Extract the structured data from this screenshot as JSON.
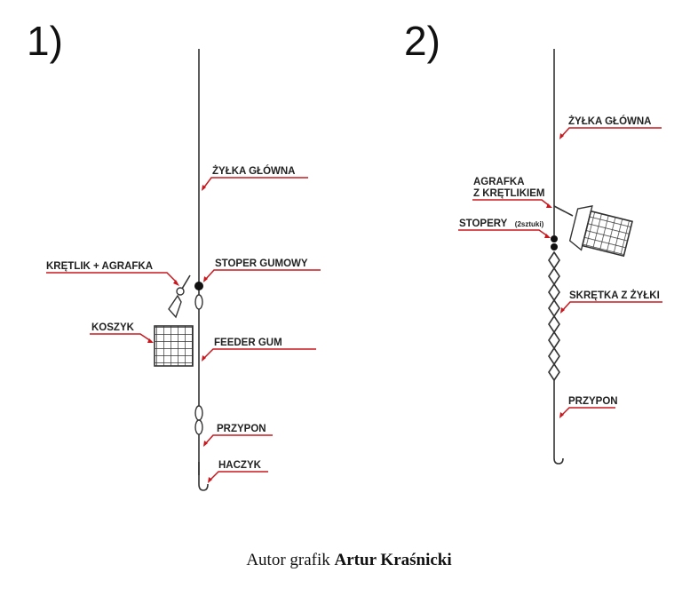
{
  "panel1": {
    "number": "1)",
    "labels": {
      "main_line": "ŻYŁKA GŁÓWNA",
      "swivel_clip": "KRĘTLIK + AGRAFKA",
      "rubber_stop": "STOPER GUMOWY",
      "basket": "KOSZYK",
      "feeder_gum": "FEEDER GUM",
      "hooklink": "PRZYPON",
      "hook": "HACZYK"
    }
  },
  "panel2": {
    "number": "2)",
    "labels": {
      "main_line": "ŻYŁKA GŁÓWNA",
      "clip_line1": "AGRAFKA",
      "clip_line2": "Z KRĘTLIKIEM",
      "stoppers": "STOPERY",
      "stoppers_note": "(2sztuki)",
      "twisted_line": "SKRĘTKA Z ŻYŁKI",
      "hooklink": "PRZYPON"
    }
  },
  "credit": {
    "prefix": "Autor grafik",
    "author": "Artur Kraśnicki"
  },
  "colors": {
    "accent": "#c8181e",
    "line": "#333333"
  }
}
